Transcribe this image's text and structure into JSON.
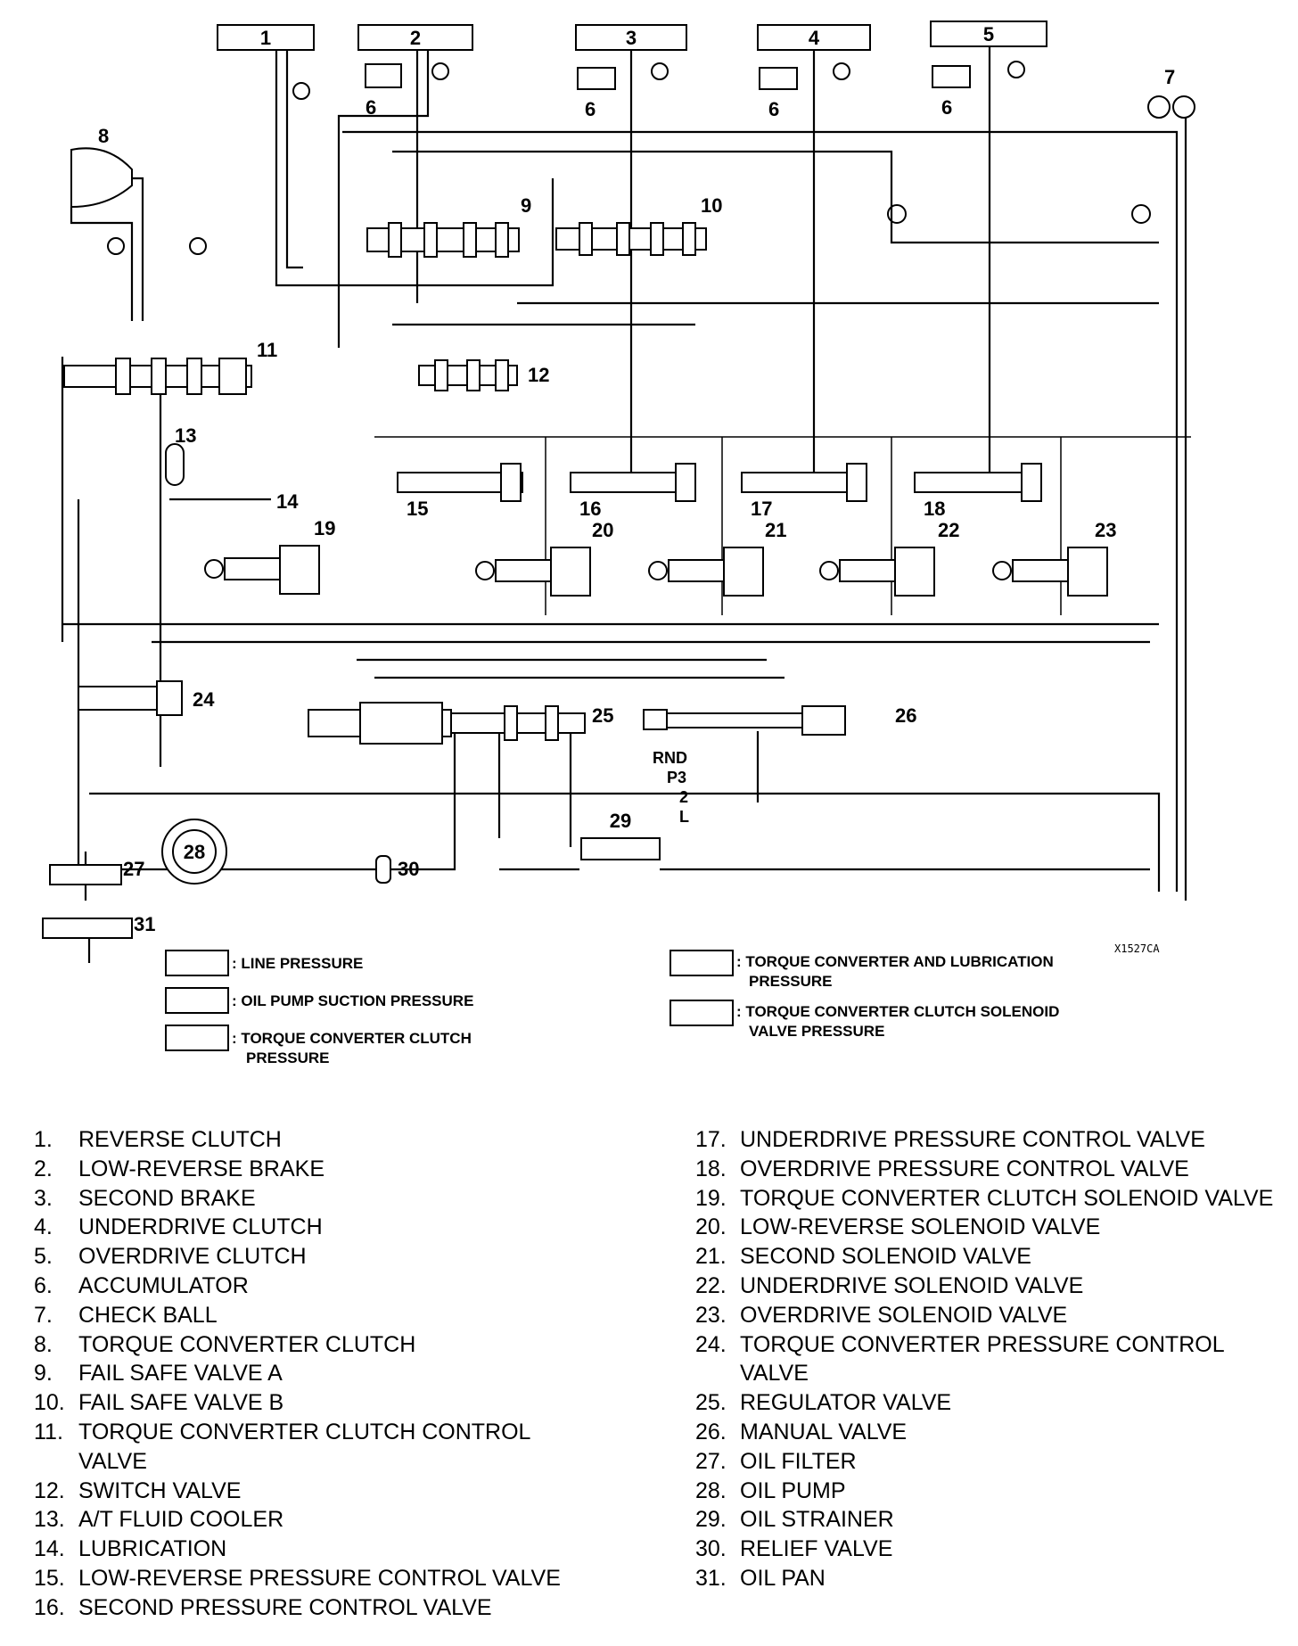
{
  "drawing_code": "X1527CA",
  "callouts": {
    "c1": "1",
    "c2": "2",
    "c3": "3",
    "c4": "4",
    "c5": "5",
    "c6a": "6",
    "c6b": "6",
    "c6c": "6",
    "c6d": "6",
    "c7": "7",
    "c8": "8",
    "c9": "9",
    "c10": "10",
    "c11": "11",
    "c12": "12",
    "c13": "13",
    "c14": "14",
    "c15": "15",
    "c16": "16",
    "c17": "17",
    "c18": "18",
    "c19": "19",
    "c20": "20",
    "c21": "21",
    "c22": "22",
    "c23": "23",
    "c24": "24",
    "c25": "25",
    "c26": "26",
    "c27": "27",
    "c28": "28",
    "c29": "29",
    "c30": "30",
    "c31": "31"
  },
  "shift_positions": {
    "row1": "RND",
    "row2": "P3",
    "row3": "2",
    "row4": "L"
  },
  "legend": [
    {
      "line1": ": LINE PRESSURE",
      "line2": ""
    },
    {
      "line1": ": OIL PUMP SUCTION PRESSURE",
      "line2": ""
    },
    {
      "line1": ": TORQUE CONVERTER CLUTCH",
      "line2": "PRESSURE"
    },
    {
      "line1": ": TORQUE CONVERTER AND LUBRICATION",
      "line2": "PRESSURE"
    },
    {
      "line1": ": TORQUE CONVERTER CLUTCH SOLENOID",
      "line2": "VALVE PRESSURE"
    }
  ],
  "key_left": [
    {
      "num": "1.",
      "text": "REVERSE CLUTCH"
    },
    {
      "num": "2.",
      "text": "LOW-REVERSE BRAKE"
    },
    {
      "num": "3.",
      "text": "SECOND BRAKE"
    },
    {
      "num": "4.",
      "text": "UNDERDRIVE CLUTCH"
    },
    {
      "num": "5.",
      "text": "OVERDRIVE CLUTCH"
    },
    {
      "num": "6.",
      "text": "ACCUMULATOR"
    },
    {
      "num": "7.",
      "text": "CHECK BALL"
    },
    {
      "num": "8.",
      "text": "TORQUE CONVERTER CLUTCH"
    },
    {
      "num": "9.",
      "text": "FAIL SAFE VALVE A"
    },
    {
      "num": "10.",
      "text": "FAIL SAFE VALVE B"
    },
    {
      "num": "11.",
      "text": "TORQUE CONVERTER CLUTCH CONTROL VALVE"
    },
    {
      "num": "12.",
      "text": "SWITCH VALVE"
    },
    {
      "num": "13.",
      "text": "A/T FLUID COOLER"
    },
    {
      "num": "14.",
      "text": "LUBRICATION"
    },
    {
      "num": "15.",
      "text": "LOW-REVERSE PRESSURE CONTROL VALVE"
    },
    {
      "num": "16.",
      "text": "SECOND PRESSURE CONTROL VALVE"
    }
  ],
  "key_right": [
    {
      "num": "17.",
      "text": "UNDERDRIVE PRESSURE CONTROL VALVE"
    },
    {
      "num": "18.",
      "text": "OVERDRIVE PRESSURE CONTROL VALVE"
    },
    {
      "num": "19.",
      "text": "TORQUE CONVERTER CLUTCH SOLENOID VALVE"
    },
    {
      "num": "20.",
      "text": "LOW-REVERSE SOLENOID VALVE"
    },
    {
      "num": "21.",
      "text": "SECOND SOLENOID VALVE"
    },
    {
      "num": "22.",
      "text": "UNDERDRIVE SOLENOID VALVE"
    },
    {
      "num": "23.",
      "text": "OVERDRIVE SOLENOID VALVE"
    },
    {
      "num": "24.",
      "text": "TORQUE CONVERTER PRESSURE CONTROL VALVE"
    },
    {
      "num": "25.",
      "text": "REGULATOR VALVE"
    },
    {
      "num": "26.",
      "text": "MANUAL VALVE"
    },
    {
      "num": "27.",
      "text": "OIL FILTER"
    },
    {
      "num": "28.",
      "text": "OIL PUMP"
    },
    {
      "num": "29.",
      "text": "OIL STRAINER"
    },
    {
      "num": "30.",
      "text": "RELIEF VALVE"
    },
    {
      "num": "31.",
      "text": "OIL PAN"
    }
  ]
}
